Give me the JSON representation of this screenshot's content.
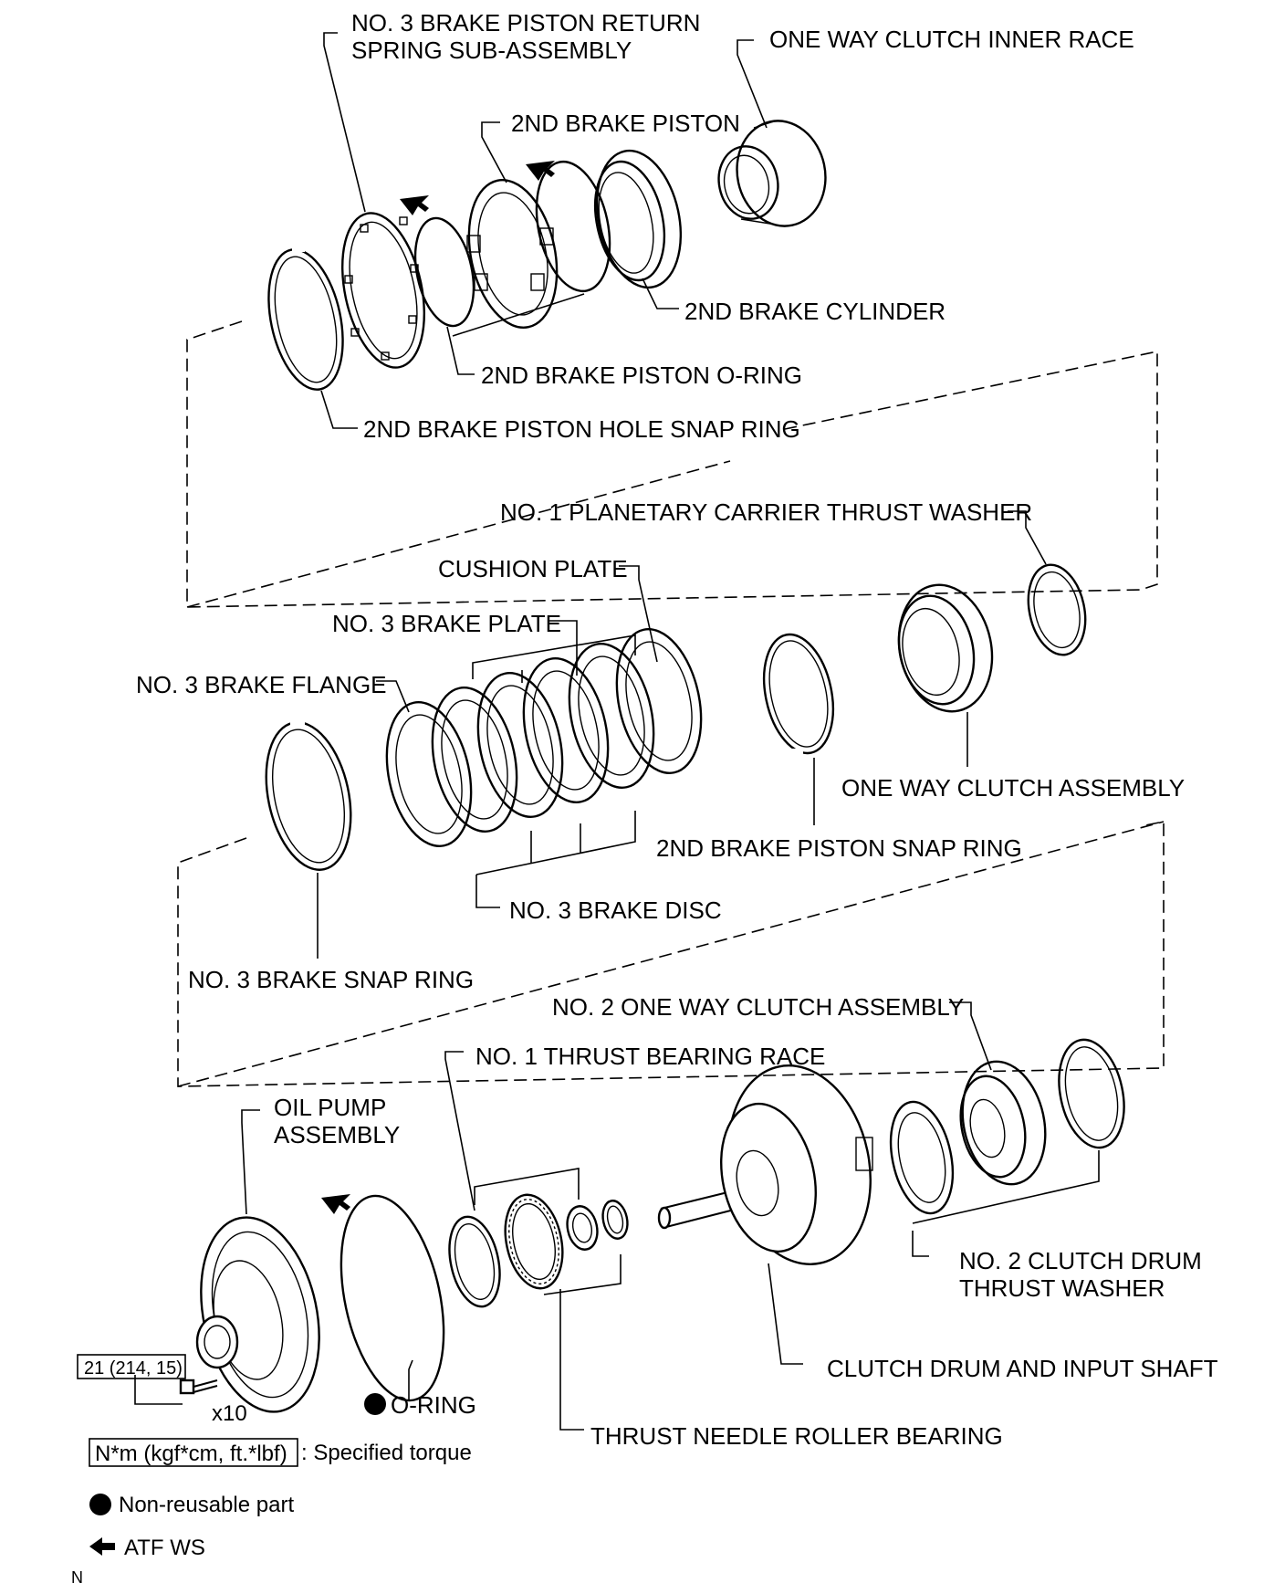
{
  "labels": {
    "no3_return_spring_1": "NO. 3 BRAKE PISTON RETURN",
    "no3_return_spring_2": "SPRING SUB-ASSEMBLY",
    "one_way_inner_race": "ONE WAY CLUTCH INNER RACE",
    "second_brake_piston": "2ND BRAKE PISTON",
    "second_brake_cylinder": "2ND BRAKE CYLINDER",
    "second_brake_piston_oring": "2ND BRAKE PISTON O-RING",
    "second_brake_piston_hole_snap": "2ND BRAKE PISTON HOLE SNAP RING",
    "no1_planetary_washer": "NO. 1 PLANETARY CARRIER THRUST WASHER",
    "cushion_plate": "CUSHION PLATE",
    "no3_brake_plate": "NO. 3 BRAKE PLATE",
    "no3_brake_flange": "NO. 3 BRAKE FLANGE",
    "one_way_clutch_assembly": "ONE WAY CLUTCH ASSEMBLY",
    "second_brake_piston_snap": "2ND BRAKE PISTON SNAP RING",
    "no3_brake_disc": "NO. 3 BRAKE DISC",
    "no3_brake_snap": "NO. 3 BRAKE SNAP RING",
    "no2_one_way_clutch": "NO. 2 ONE WAY CLUTCH ASSEMBLY",
    "no1_thrust_race": "NO. 1 THRUST BEARING RACE",
    "oil_pump_1": "OIL PUMP",
    "oil_pump_2": "ASSEMBLY",
    "no2_clutch_washer_1": "NO. 2  CLUTCH DRUM",
    "no2_clutch_washer_2": "THRUST WASHER",
    "clutch_drum_input_shaft": "CLUTCH DRUM AND INPUT SHAFT",
    "oring": "O-RING",
    "thrust_needle_bearing": "THRUST NEEDLE ROLLER BEARING"
  },
  "torque": {
    "value": "21 (214, 15)",
    "bolt_count": "x10"
  },
  "legend": {
    "torque_unit": "N*m (kgf*cm, ft.*lbf)",
    "torque_text": ": Specified torque",
    "non_reusable": "Non-reusable part",
    "atf": "ATF WS"
  },
  "corner_mark": "N"
}
